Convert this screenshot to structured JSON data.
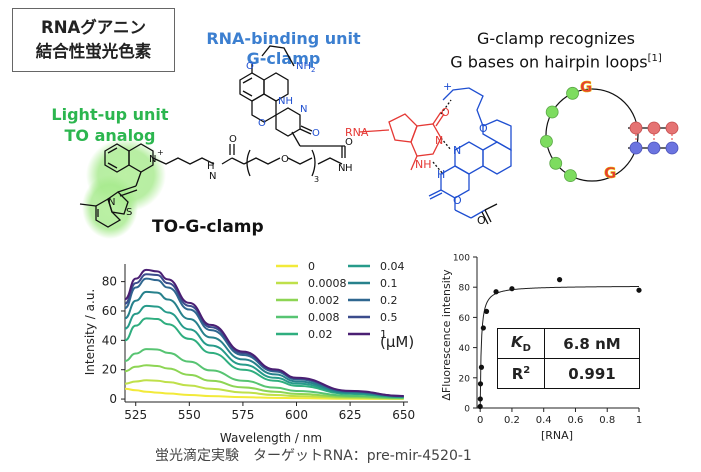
{
  "header": {
    "title_line1": "RNAグアニン",
    "title_line2": "結合性蛍光色素"
  },
  "labels": {
    "rna_binding_line1": "RNA-binding unit",
    "rna_binding_line2": "G-clamp",
    "lightup_line1": "Light-up unit",
    "lightup_line2": "TO analog",
    "compound_name": "TO-G-clamp",
    "recognition_line1": "G-clamp recognizes",
    "recognition_line2": "G bases on hairpin loops",
    "recognition_ref": "[1]"
  },
  "structure_text": {
    "nh2_label": "NH",
    "nh2_sub": "2",
    "nh": "NH",
    "o": "O",
    "n": "N",
    "nplus": "N",
    "plus": "+",
    "s": "S",
    "h": "H",
    "subscript_3": "3",
    "rna_prefix": "RNA",
    "complex_nplus_h": "+",
    "complex_hn": "N",
    "complex_h": "H"
  },
  "hairpin": {
    "g_label": "G",
    "colors": {
      "g": "#e53935",
      "bead_green": "#7ddc5f",
      "bead_red": "#e57373",
      "bead_blue": "#6b74e0"
    }
  },
  "chart_data": [
    {
      "type": "line",
      "title": "",
      "xlabel": "Wavelength / nm",
      "ylabel": "Intensity / a.u.",
      "xlim": [
        520,
        652
      ],
      "ylim": [
        -2,
        92
      ],
      "xticks": [
        525,
        550,
        575,
        600,
        625,
        650
      ],
      "yticks": [
        0,
        20,
        40,
        60,
        80
      ],
      "legend_position": "top-right",
      "legend_unit": "(μM)",
      "x": [
        520,
        525,
        530,
        535,
        540,
        550,
        560,
        575,
        590,
        600,
        625,
        650
      ],
      "series": [
        {
          "name": "0",
          "color": "#f2ea3a",
          "values": [
            7.0,
            6.0,
            5.0,
            4.4,
            3.8,
            2.8,
            2.0,
            1.3,
            0.8,
            0.6,
            0.2,
            0.1
          ]
        },
        {
          "name": "0.0008",
          "color": "#bfe04a",
          "values": [
            10.5,
            12.0,
            12.8,
            12.5,
            11.5,
            9.2,
            7.0,
            4.5,
            2.8,
            2.0,
            0.8,
            0.3
          ]
        },
        {
          "name": "0.002",
          "color": "#8dd554",
          "values": [
            19.0,
            22.0,
            23.0,
            22.5,
            20.8,
            16.5,
            12.5,
            8.0,
            5.0,
            3.5,
            1.4,
            0.5
          ]
        },
        {
          "name": "0.008",
          "color": "#57c472",
          "values": [
            26.0,
            31.0,
            34.0,
            33.8,
            31.5,
            25.5,
            19.5,
            12.5,
            7.8,
            5.5,
            2.2,
            0.8
          ]
        },
        {
          "name": "0.02",
          "color": "#2fae7f",
          "values": [
            40.0,
            50.0,
            55.0,
            54.5,
            51.0,
            41.0,
            31.5,
            20.0,
            12.5,
            9.0,
            3.5,
            1.3
          ]
        },
        {
          "name": "0.04",
          "color": "#279b8a",
          "values": [
            48.0,
            58.0,
            63.5,
            63.0,
            59.0,
            47.5,
            36.5,
            23.5,
            14.5,
            10.5,
            4.0,
            1.5
          ]
        },
        {
          "name": "0.1",
          "color": "#27818c",
          "values": [
            55.0,
            67.0,
            73.0,
            72.5,
            67.8,
            54.5,
            42.0,
            27.0,
            16.8,
            12.0,
            4.6,
            1.7
          ]
        },
        {
          "name": "0.2",
          "color": "#2f6790",
          "values": [
            62.0,
            76.0,
            82.0,
            81.0,
            76.0,
            61.0,
            47.0,
            30.0,
            18.8,
            13.5,
            5.2,
            1.9
          ]
        },
        {
          "name": "0.5",
          "color": "#3b4c8c",
          "values": [
            65.0,
            79.0,
            85.0,
            84.5,
            79.0,
            63.5,
            49.0,
            31.3,
            19.5,
            14.0,
            5.4,
            2.0
          ]
        },
        {
          "name": "1",
          "color": "#4a1f73",
          "values": [
            68.0,
            82.0,
            88.0,
            87.0,
            81.5,
            65.5,
            50.5,
            32.3,
            20.2,
            14.5,
            5.6,
            2.1
          ]
        }
      ]
    },
    {
      "type": "scatter",
      "title": "",
      "xlabel": "[RNA]",
      "ylabel": "ΔFluorescence intensity",
      "xlim": [
        -0.02,
        1.0
      ],
      "ylim": [
        0,
        100
      ],
      "xticks": [
        0,
        0.2,
        0.4,
        0.6,
        0.8,
        1
      ],
      "yticks": [
        0,
        20,
        40,
        60,
        80,
        100
      ],
      "ytick_labels": [
        "0",
        "20",
        "40",
        "60",
        "80",
        "100"
      ],
      "points": [
        {
          "x": 0,
          "y": 1
        },
        {
          "x": 0.0008,
          "y": 6
        },
        {
          "x": 0.002,
          "y": 16
        },
        {
          "x": 0.008,
          "y": 27
        },
        {
          "x": 0.02,
          "y": 53
        },
        {
          "x": 0.04,
          "y": 64
        },
        {
          "x": 0.1,
          "y": 77
        },
        {
          "x": 0.2,
          "y": 79
        },
        {
          "x": 0.5,
          "y": 85
        },
        {
          "x": 1,
          "y": 78
        }
      ],
      "fit": {
        "type": "binding",
        "ymax": 81,
        "kd": 0.0068
      },
      "table": {
        "kd_label": "K",
        "kd_sub": "D",
        "kd_value": "6.8 nM",
        "r2_label": "R",
        "r2_sup": "2",
        "r2_value": "0.991"
      }
    }
  ],
  "caption": "蛍光滴定実験　ターゲットRNA：pre-mir-4520-1"
}
